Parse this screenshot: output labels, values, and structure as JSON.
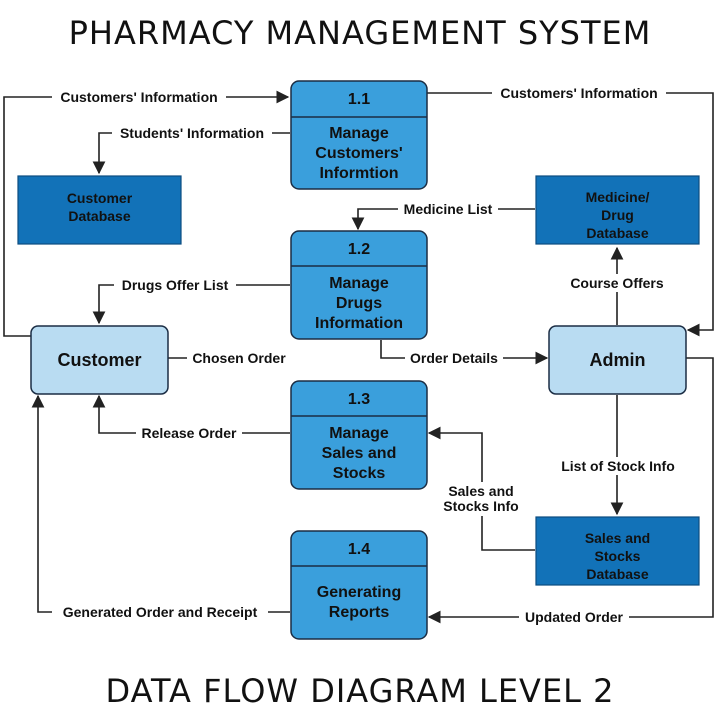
{
  "title": "PHARMACY MANAGEMENT SYSTEM",
  "subtitle": "DATA FLOW DIAGRAM LEVEL 2",
  "processes": [
    {
      "id": "1.1",
      "lines": [
        "Manage",
        "Customers'",
        "Informtion"
      ]
    },
    {
      "id": "1.2",
      "lines": [
        "Manage",
        "Drugs",
        "Information"
      ]
    },
    {
      "id": "1.3",
      "lines": [
        "Manage",
        "Sales and",
        "Stocks"
      ]
    },
    {
      "id": "1.4",
      "lines": [
        "Generating",
        "Reports"
      ]
    }
  ],
  "entities": {
    "customer": "Customer",
    "admin": "Admin"
  },
  "stores": {
    "customer_db": [
      "Customer",
      "Database"
    ],
    "medicine_db": [
      "Medicine/",
      "Drug",
      "Database"
    ],
    "sales_db": [
      "Sales and",
      "Stocks",
      "Database"
    ]
  },
  "flows": {
    "customers_info_left": "Customers' Information",
    "customers_info_right": "Customers' Information",
    "students_info": "Students' Information",
    "medicine_list": "Medicine List",
    "drugs_offer_list": "Drugs Offer List",
    "course_offers": "Course Offers",
    "chosen_order": "Chosen Order",
    "order_details": "Order Details",
    "release_order": "Release Order",
    "list_of_stock_info": "List of Stock Info",
    "sales_stocks_info": [
      "Sales and",
      "Stocks Info"
    ],
    "generated_order": "Generated Order and Receipt",
    "updated_order": "Updated Order"
  },
  "colors": {
    "process_fill": "#3a9fdc",
    "store_fill": "#1272b8",
    "entity_fill": "#b9dcf2",
    "stroke": "#1b2d44"
  }
}
